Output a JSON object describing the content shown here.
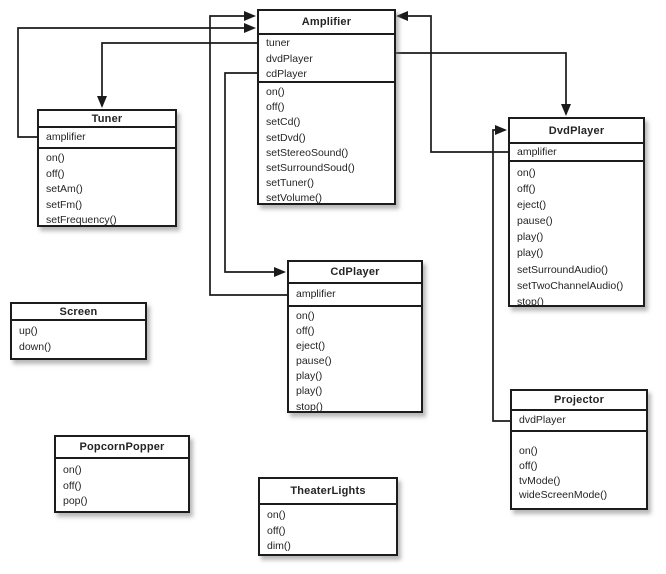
{
  "diagram": {
    "type": "uml-class-diagram",
    "classes": [
      {
        "name": "Amplifier",
        "attributes": [
          "tuner",
          "dvdPlayer",
          "cdPlayer"
        ],
        "methods": [
          "on()",
          "off()",
          "setCd()",
          "setDvd()",
          "setStereoSound()",
          "setSurroundSoud()",
          "setTuner()",
          "setVolume()"
        ]
      },
      {
        "name": "Tuner",
        "attributes": [
          "amplifier"
        ],
        "methods": [
          "on()",
          "off()",
          "setAm()",
          "setFm()",
          "setFrequency()"
        ]
      },
      {
        "name": "DvdPlayer",
        "attributes": [
          "amplifier"
        ],
        "methods": [
          "on()",
          "off()",
          "eject()",
          "pause()",
          "play()",
          "play()",
          "setSurroundAudio()",
          "setTwoChannelAudio()",
          "stop()"
        ]
      },
      {
        "name": "CdPlayer",
        "attributes": [
          "amplifier"
        ],
        "methods": [
          "on()",
          "off()",
          "eject()",
          "pause()",
          "play()",
          "play()",
          "stop()"
        ]
      },
      {
        "name": "Screen",
        "attributes": [],
        "methods": [
          "up()",
          "down()"
        ]
      },
      {
        "name": "Projector",
        "attributes": [
          "dvdPlayer"
        ],
        "methods": [
          "on()",
          "off()",
          "tvMode()",
          "wideScreenMode()"
        ]
      },
      {
        "name": "PopcornPopper",
        "attributes": [],
        "methods": [
          "on()",
          "off()",
          "pop()"
        ]
      },
      {
        "name": "TheaterLights",
        "attributes": [],
        "methods": [
          "on()",
          "off()",
          "dim()"
        ]
      }
    ],
    "connectors": [
      {
        "from": "Amplifier.tuner",
        "to": "Tuner",
        "arrow": "solid-triangle"
      },
      {
        "from": "Tuner.amplifier",
        "to": "Amplifier",
        "arrow": "solid-triangle"
      },
      {
        "from": "Amplifier.cdPlayer",
        "to": "CdPlayer",
        "arrow": "solid-triangle"
      },
      {
        "from": "CdPlayer.amplifier",
        "to": "Amplifier",
        "arrow": "solid-triangle"
      },
      {
        "from": "Amplifier.dvdPlayer",
        "to": "DvdPlayer",
        "arrow": "solid-triangle"
      },
      {
        "from": "DvdPlayer.amplifier",
        "to": "Amplifier",
        "arrow": "solid-triangle"
      },
      {
        "from": "Projector.dvdPlayer",
        "to": "DvdPlayer",
        "arrow": "solid-triangle"
      }
    ],
    "colors": {
      "line": "#1b1b1b",
      "box_fill": "#ffffff",
      "text": "#242424",
      "background": "#ffffff"
    }
  }
}
